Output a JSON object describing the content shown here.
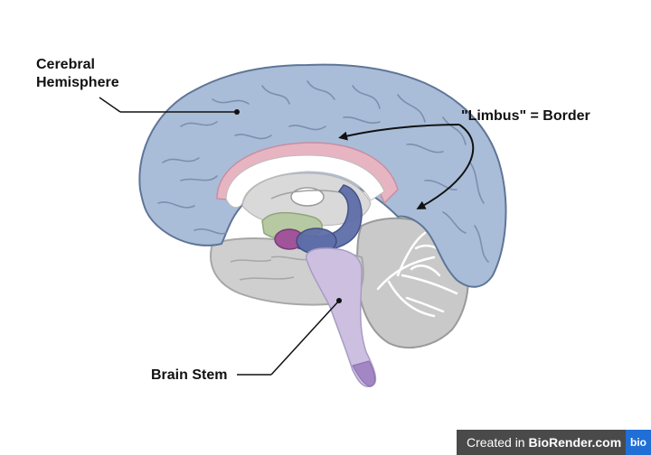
{
  "labels": {
    "cerebral_line1": "Cerebral",
    "cerebral_line2": "Hemisphere",
    "limbus": "\"Limbus\" = Border",
    "brain_stem": "Brain Stem"
  },
  "badge": {
    "prefix": "Created in ",
    "brand": "BioRender.com",
    "logo_text": "bio"
  },
  "colors": {
    "cortex": "#a9bdd8",
    "cortex_stroke": "#5f7597",
    "limbic_pink": "#e7b4c2",
    "limbic_blue": "#5e6ea8",
    "thalamus_green": "#b6c9a2",
    "amygdala_purple": "#a0549a",
    "brainstem": "#cdbfdf",
    "cerebellum": "#c9c9c9",
    "badge_bg": "#4a4a4a",
    "badge_logo": "#1f6fd6"
  }
}
